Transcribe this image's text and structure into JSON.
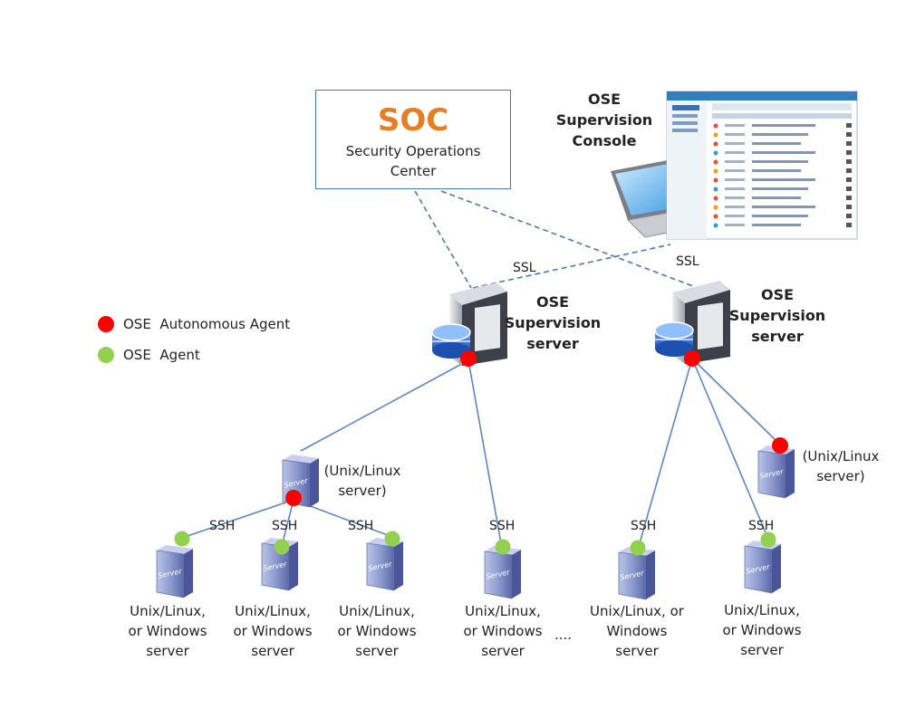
{
  "soc": {
    "title": "SOC",
    "subtitle_line1": "Security Operations",
    "subtitle_line2": "Center"
  },
  "console": {
    "line1": "OSE",
    "line2": "Supervision",
    "line3": "Console"
  },
  "supervision_servers": [
    {
      "line1": "OSE",
      "line2": "Supervision",
      "line3": "server"
    },
    {
      "line1": "OSE",
      "line2": "Supervision",
      "line3": "server"
    }
  ],
  "connections": {
    "ssl_left": "SSL",
    "ssl_right": "SSL",
    "ssh": "SSH"
  },
  "legend": {
    "autonomous_agent": "OSE  Autonomous Agent",
    "agent": "OSE  Agent"
  },
  "colors": {
    "autonomous_agent": "#ff0000",
    "agent": "#92d050",
    "soc_title": "#e67e22",
    "box_border": "#4a78b5",
    "line": "#4a78b5"
  },
  "unix_linux_server": {
    "line1": "(Unix/Linux",
    "line2": "server)"
  },
  "servers": {
    "s1": {
      "line1": "Unix/Linux,",
      "line2": "or Windows",
      "line3": "server"
    },
    "s2": {
      "line1": "Unix/Linux,",
      "line2": "or Windows",
      "line3": "server"
    },
    "s3": {
      "line1": "Unix/Linux,",
      "line2": "or Windows",
      "line3": "server"
    },
    "s4": {
      "line1": "Unix/Linux,",
      "line2": "or Windows",
      "line3": "server"
    },
    "s5": {
      "line1": "Unix/Linux, or",
      "line2": "Windows",
      "line3": "server"
    },
    "s6": {
      "line1": "Unix/Linux,",
      "line2": "or Windows",
      "line3": "server"
    }
  },
  "server_icon_text": "Server",
  "ellipsis": "...."
}
